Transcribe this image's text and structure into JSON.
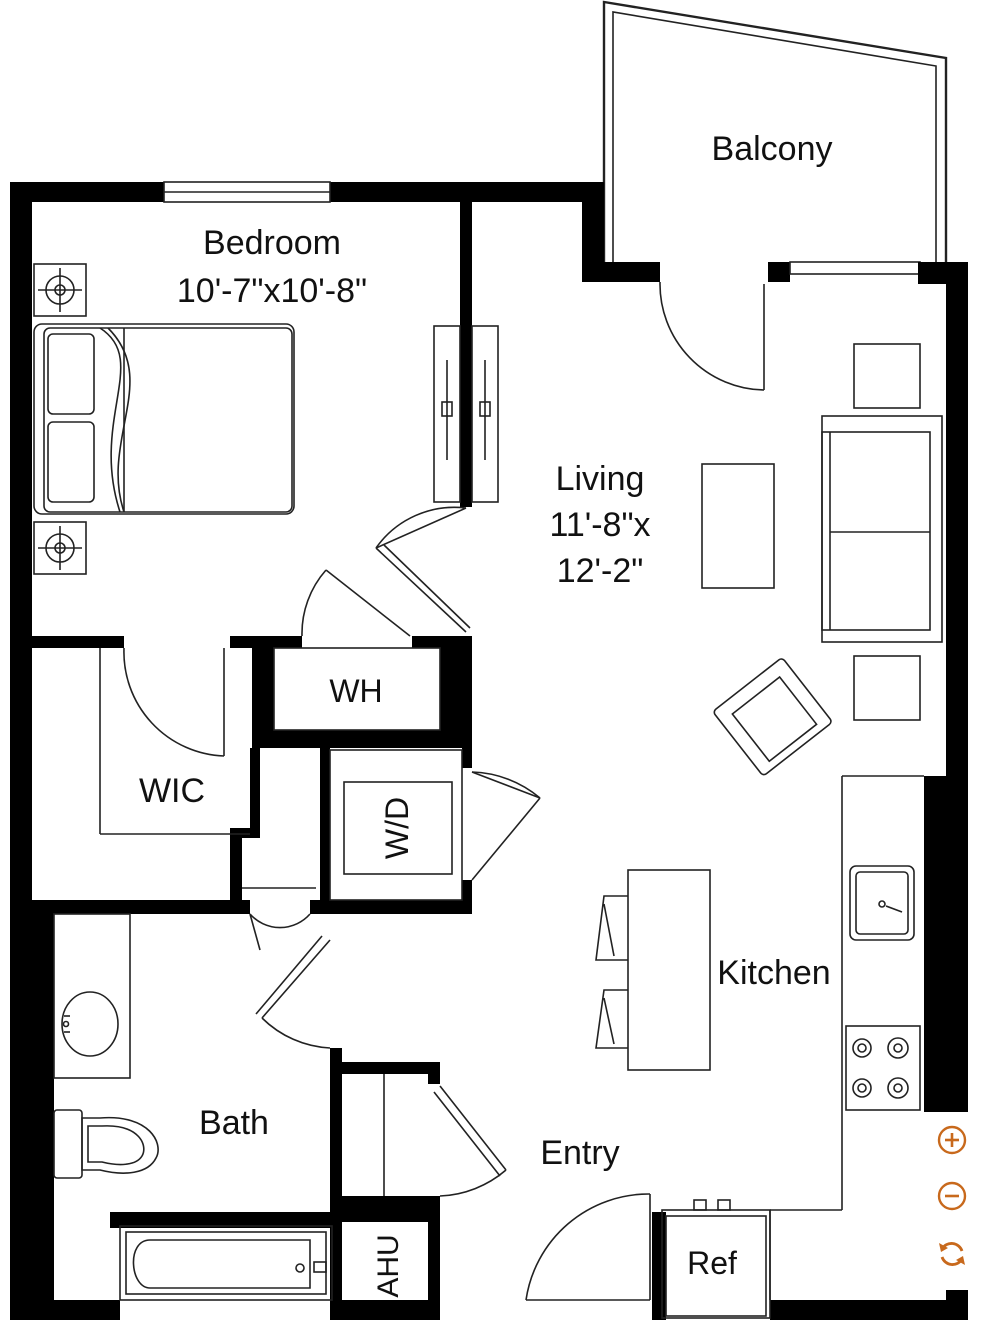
{
  "rooms": {
    "balcony": "Balcony",
    "bedroom": "Bedroom",
    "bedroom_dim": "10'-7\"x10'-8\"",
    "living": "Living",
    "living_dim_1": "11'-8\"x",
    "living_dim_2": "12'-2\"",
    "wh": "WH",
    "wic": "WIC",
    "wd": "W/D",
    "kitchen": "Kitchen",
    "bath": "Bath",
    "entry": "Entry",
    "ahu": "AHU",
    "ref": "Ref"
  },
  "controls": {
    "zoom_in_icon": "plus-circle-icon",
    "zoom_out_icon": "minus-circle-icon",
    "reset_icon": "refresh-icon",
    "accent_color": "#c8691c"
  },
  "colors": {
    "wall": "#000000",
    "line": "#222222",
    "background": "#ffffff"
  }
}
